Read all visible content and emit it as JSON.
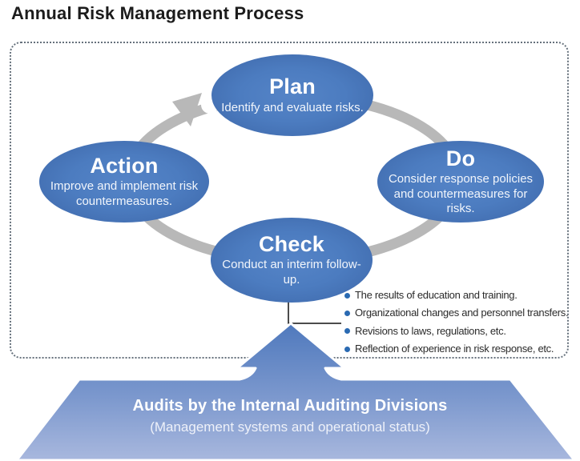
{
  "title": "Annual Risk Management Process",
  "diagram": {
    "cycle_steps": [
      {
        "title": "Plan",
        "desc": "Identify and evaluate risks."
      },
      {
        "title": "Do",
        "desc": "Consider response policies and countermeasures for risks."
      },
      {
        "title": "Check",
        "desc": "Conduct an interim follow-up."
      },
      {
        "title": "Action",
        "desc": "Improve and implement risk countermeasures."
      }
    ],
    "check_notes": [
      "The results of education and training.",
      "Organizational changes and personnel transfers.",
      "Revisions to laws, regulations, etc.",
      "Reflection of experience in risk response, etc."
    ],
    "audit_banner": {
      "title": "Audits by the Internal Auditing Divisions",
      "subtitle": "(Management systems and operational status)"
    },
    "colors": {
      "step_ellipse_blue": "#4d7ec1",
      "cycle_ring_gray": "#b8b8b8",
      "bullet_blue": "#2a6ab2",
      "banner_gradient_top": "#4f79bd",
      "banner_gradient_bottom": "#a9b8de",
      "box_border_gray": "#66717c",
      "connector_black": "#111111"
    }
  }
}
